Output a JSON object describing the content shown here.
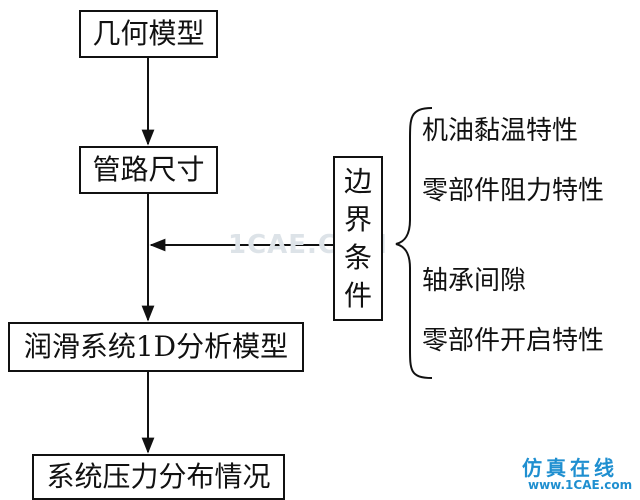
{
  "nodes": {
    "geometry": "几何模型",
    "pipe_size": "管路尺寸",
    "model_1d": "润滑系统1D分析模型",
    "pressure": "系统压力分布情况"
  },
  "boundary": {
    "chars": [
      "边",
      "界",
      "条",
      "件"
    ]
  },
  "items": [
    "机油黏温特性",
    "零部件阻力特性",
    "轴承间隙",
    "零部件开启特性"
  ],
  "watermark": "1CAE.COM",
  "logo": {
    "line1": "仿真在线",
    "line2": "www.1CAE.com"
  },
  "colors": {
    "line": "#111111",
    "logo": "#1f8fd0"
  }
}
